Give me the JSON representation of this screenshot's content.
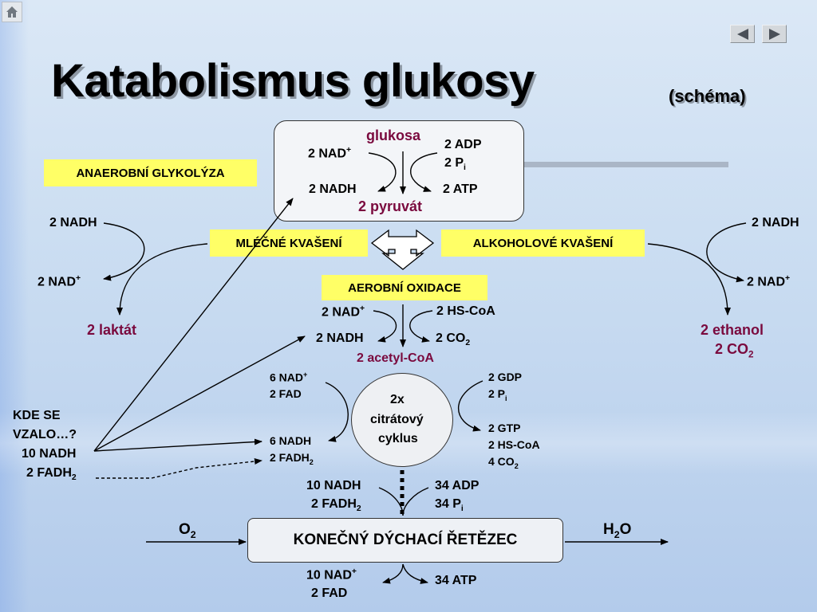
{
  "title": "Katabolismus glukosy",
  "subtitle": "(schéma)",
  "nav": {
    "home_icon": "home-icon",
    "prev_icon": "arrow-left-icon",
    "next_icon": "arrow-right-icon"
  },
  "colors": {
    "substance": "#7a0a3e",
    "label_bg": "#ffff66"
  },
  "glycolysis": {
    "substrate": "glukosa",
    "in_left": "2 NAD",
    "in_right_1": "2 ADP",
    "in_right_2": "2 P",
    "out_left": "2 NADH",
    "out_right": "2 ATP",
    "product": "2 pyruvát"
  },
  "labels": {
    "anaerobic": "ANAEROBNÍ GLYKOLÝZA",
    "lactic": "MLÉČNÉ KVAŠENÍ",
    "alcoholic": "ALKOHOLOVÉ KVAŠENÍ",
    "aerobic": "AEROBNÍ OXIDACE"
  },
  "lactic": {
    "nadh": "2 NADH",
    "nad": "2 NAD",
    "product": "2 laktát"
  },
  "alcoholic": {
    "nadh": "2 NADH",
    "nad": "2 NAD",
    "product_1": "2 ethanol",
    "product_2": "2 CO"
  },
  "oxidation": {
    "in_left": "2 NAD",
    "in_right": "2 HS-CoA",
    "out_left": "2 NADH",
    "out_right": "2 CO",
    "product": "2 acetyl-CoA"
  },
  "cycle": {
    "line_1": "2x",
    "line_2": "citrátový",
    "line_3": "cyklus",
    "in_left_1": "6 NAD",
    "in_left_2": "2 FAD",
    "out_left_1": "6 NADH",
    "out_left_2": "2 FADH",
    "in_right_1": "2 GDP",
    "in_right_2": "2 P",
    "out_right_1": "2 GTP",
    "out_right_2": "2 HS-CoA",
    "out_right_3": "4 CO"
  },
  "question": {
    "line_1": "KDE SE",
    "line_2": "VZALO…?",
    "line_3": "10 NADH",
    "line_4": "2 FADH"
  },
  "chain": {
    "label": "KONEČNÝ DÝCHACÍ ŘETĚZEC",
    "o2": "O",
    "h2o_h": "H",
    "h2o_o": "O",
    "in_left_1": "10 NADH",
    "in_left_2": "2 FADH",
    "in_right_1": "34 ADP",
    "in_right_2": "34 P",
    "out_left_1": "10 NAD",
    "out_left_2": "2 FAD",
    "out_right": "34 ATP"
  },
  "marks": {
    "plus": "+",
    "sub_i": "i",
    "sub_2": "2"
  }
}
